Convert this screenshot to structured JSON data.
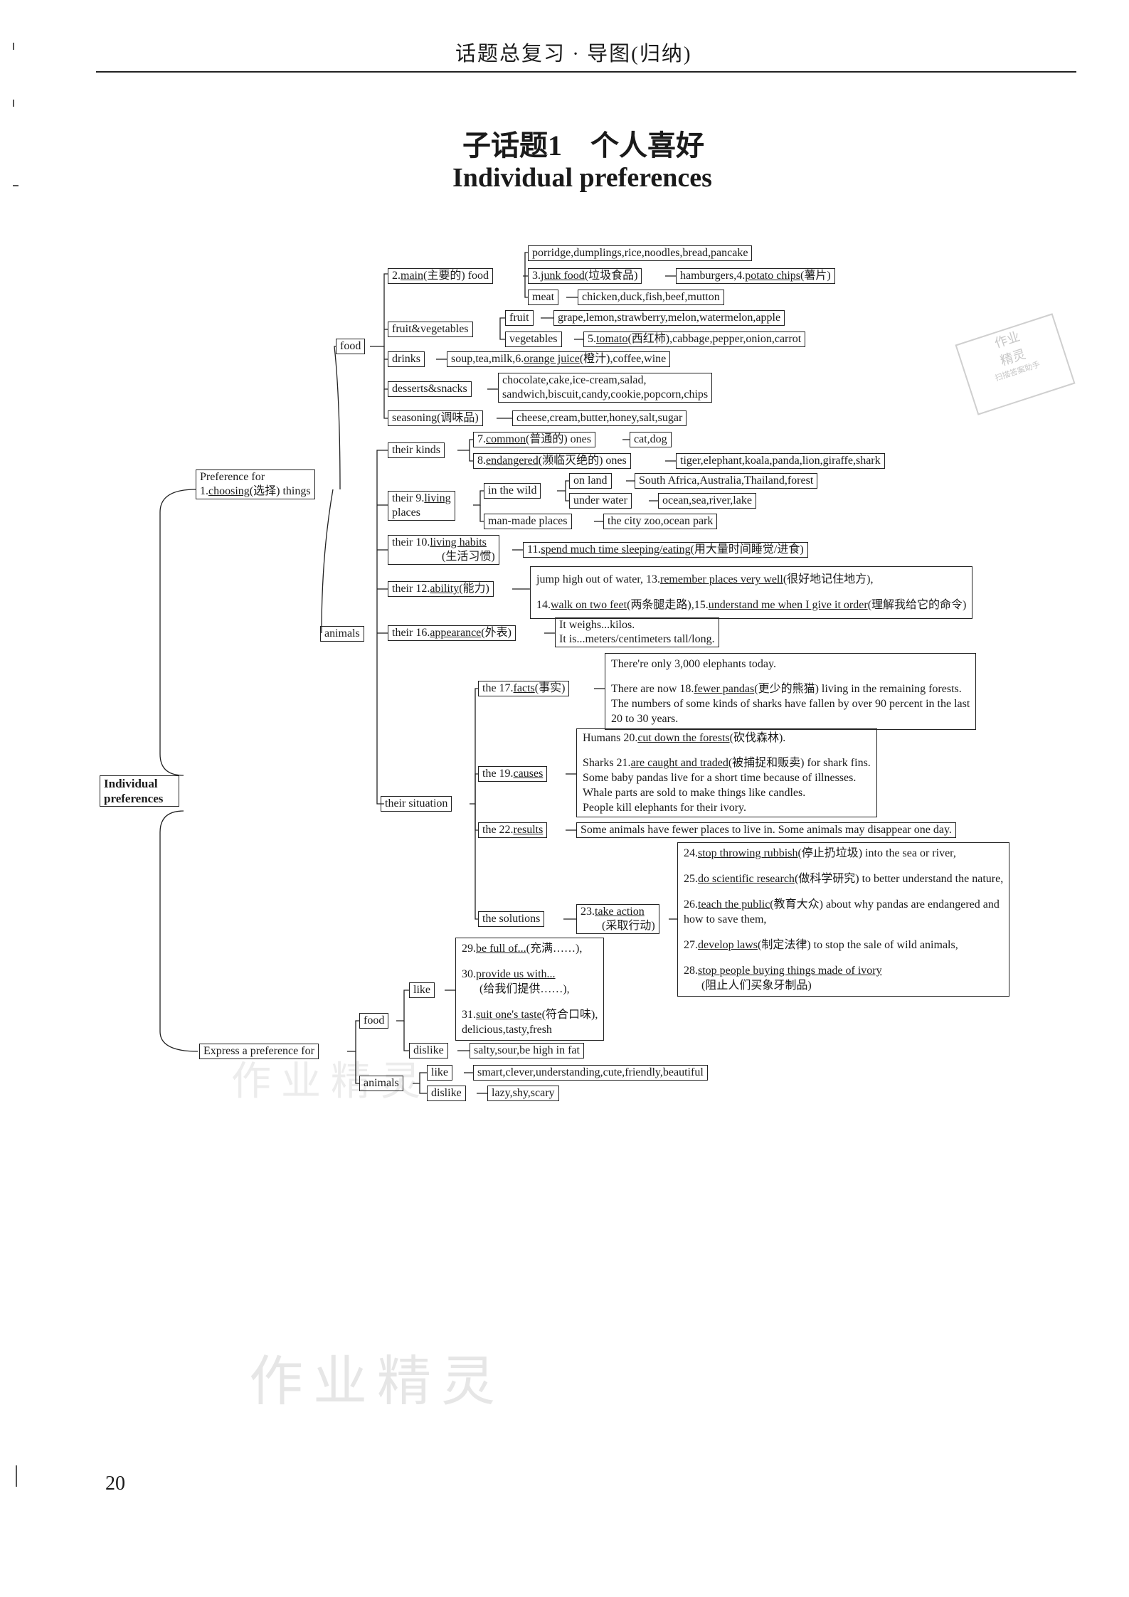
{
  "header": "话题总复习 · 导图(归纳)",
  "title_cn": "子话题1　个人喜好",
  "title_en": "Individual preferences",
  "page_number": "20",
  "watermark": "作业精灵",
  "stamp": {
    "line1": "作业",
    "line2": "精灵",
    "line3": "扫描答案助手"
  },
  "root": "Individual preferences",
  "branches": {
    "pref_choosing": {
      "l1": "Preference for",
      "pre": "1.",
      "u": "choosing",
      "post": "(选择) things"
    },
    "food": "food",
    "main_food": {
      "pre": "2.",
      "u": "main",
      "post": "(主要的) food"
    },
    "main_staple": "porridge,dumplings,rice,noodles,bread,pancake",
    "junk": {
      "pre": "3.",
      "u": "junk food",
      "post": "(垃圾食品)"
    },
    "junk_items": {
      "pre": "hamburgers,4.",
      "u": "potato chips",
      "post": "(薯片)"
    },
    "meat": "meat",
    "meat_items": "chicken,duck,fish,beef,mutton",
    "fruit_veg": "fruit&vegetables",
    "fruit": "fruit",
    "fruit_items": "grape,lemon,strawberry,melon,watermelon,apple",
    "vegetables": "vegetables",
    "veg_items": {
      "pre": "5.",
      "u": "tomato",
      "post": "(西红柿),cabbage,pepper,onion,carrot"
    },
    "drinks": "drinks",
    "drinks_items": {
      "pre": "soup,tea,milk,6.",
      "u": "orange juice",
      "post": "(橙汁),coffee,wine"
    },
    "desserts": "desserts&snacks",
    "desserts_items": {
      "l1": "chocolate,cake,ice-cream,salad,",
      "l2": "sandwich,biscuit,candy,cookie,popcorn,chips"
    },
    "seasoning": "seasoning(调味品)",
    "seasoning_items": "cheese,cream,butter,honey,salt,sugar",
    "animals": "animals",
    "their_kinds": "their kinds",
    "common": {
      "pre": "7.",
      "u": "common",
      "post": "(普通的) ones"
    },
    "common_items": "cat,dog",
    "endangered": {
      "pre": "8.",
      "u": "endangered",
      "post": "(濒临灭绝的) ones"
    },
    "endangered_items": "tiger,elephant,koala,panda,lion,giraffe,shark",
    "living_places": {
      "pre": "their 9.",
      "u": "living",
      "l2": "places"
    },
    "in_wild": "in the wild",
    "on_land": "on land",
    "on_land_items": "South Africa,Australia,Thailand,forest",
    "under_water": "under water",
    "under_water_items": "ocean,sea,river,lake",
    "man_made": "man-made places",
    "man_made_items": "the city zoo,ocean park",
    "habits": {
      "pre": "their 10.",
      "u": "living habits",
      "l2": "(生活习惯)"
    },
    "habits_items": {
      "pre": "11.",
      "u": "spend much time sleeping/eating",
      "post": "(用大量时间睡觉/进食)"
    },
    "ability": {
      "pre": "their 12.",
      "u": "ability",
      "post": "(能力)"
    },
    "ability_l1": {
      "pre": "jump high out of water, 13.",
      "u": "remember places very well",
      "post": "(很好地记住地方),"
    },
    "ability_l2": {
      "pre": "14.",
      "u": "walk on two feet",
      "mid": "(两条腿走路),15.",
      "u2": "understand me when I give it order",
      "post": "(理解我给它的命令)"
    },
    "appearance": {
      "pre": "their 16.",
      "u": "appearance",
      "post": "(外表)"
    },
    "appearance_l1": "It weighs...kilos.",
    "appearance_l2": "It is...meters/centimeters tall/long.",
    "situation": "their situation",
    "facts": {
      "pre": "the 17.",
      "u": "facts",
      "post": "(事实)"
    },
    "facts_l1": "There're only 3,000 elephants today.",
    "facts_l2": {
      "pre": "There are now 18.",
      "u": "fewer pandas",
      "post": "(更少的熊猫) living in the remaining forests."
    },
    "facts_l3": "The numbers of some kinds of sharks have fallen by over 90 percent in the last",
    "facts_l4": "20 to 30 years.",
    "causes": {
      "pre": "the 19.",
      "u": "causes"
    },
    "causes_l1": {
      "pre": "Humans 20.",
      "u": "cut down the forests",
      "post": "(砍伐森林)."
    },
    "causes_l2": {
      "pre": "Sharks 21.",
      "u": "are caught and traded",
      "post": "(被捕捉和贩卖) for shark fins."
    },
    "causes_l3": "Some baby pandas live for a short time because of illnesses.",
    "causes_l4": "Whale parts are sold to make things like candles.",
    "causes_l5": "People kill elephants for their ivory.",
    "results": {
      "pre": "the 22.",
      "u": "results"
    },
    "results_items": "Some animals have fewer places to live in. Some animals may disappear one day.",
    "solutions": "the solutions",
    "take_action": {
      "pre": "23.",
      "u": "take action",
      "l2": "(采取行动)"
    },
    "sol_24": {
      "pre": "24.",
      "u": "stop throwing rubbish",
      "post": "(停止扔垃圾) into the sea or river,"
    },
    "sol_25": {
      "pre": "25.",
      "u": "do scientific research",
      "post": "(做科学研究) to better understand the nature,"
    },
    "sol_26": {
      "pre": "26.",
      "u": "teach the public",
      "post": "(教育大众) about why pandas are endangered and",
      "l2": "how to save them,"
    },
    "sol_27": {
      "pre": "27.",
      "u": "develop laws",
      "post": "(制定法律) to stop the sale of wild animals,"
    },
    "sol_28": {
      "pre": "28.",
      "u": "stop people buying things made of ivory",
      "l2": "(阻止人们买象牙制品)"
    },
    "express": "Express a preference for",
    "ex_food": "food",
    "like": "like",
    "like_29": {
      "pre": "29.",
      "u": "be full of...",
      "post": "(充满……),"
    },
    "like_30": {
      "pre": "30.",
      "u": "provide us with...",
      "l2": "(给我们提供……),"
    },
    "like_31": {
      "pre": "31.",
      "u": "suit one's taste",
      "post": "(符合口味),",
      "l2": "delicious,tasty,fresh"
    },
    "dislike": "dislike",
    "dislike_food_items": "salty,sour,be high in fat",
    "ex_animals": "animals",
    "like_animals_items": "smart,clever,understanding,cute,friendly,beautiful",
    "dislike_animals_items": "lazy,shy,scary"
  }
}
